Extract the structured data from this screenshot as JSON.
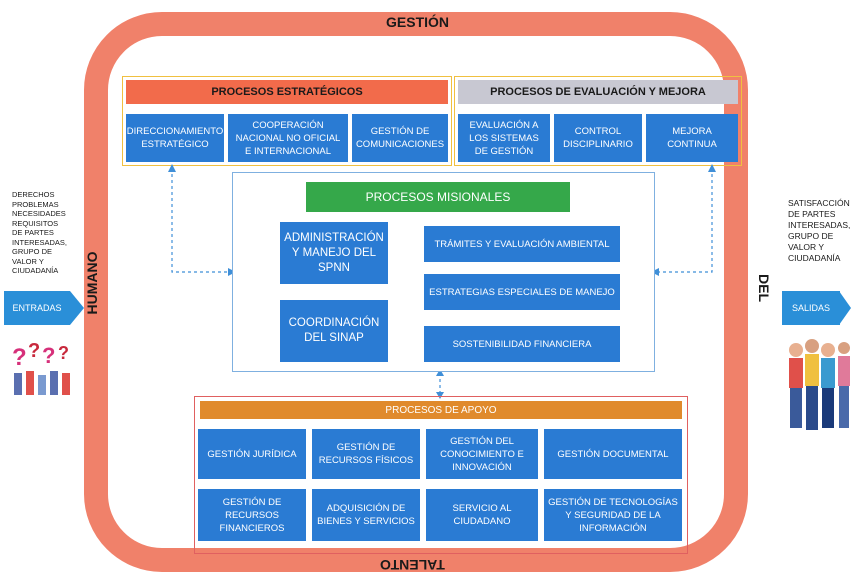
{
  "ring": {
    "top_label": "GESTIÓN",
    "left_label": "HUMANO",
    "right_label": "DEL",
    "bottom_label": "TALENTO"
  },
  "estrategicos": {
    "title": "PROCESOS ESTRATÉGICOS",
    "items": [
      "DIRECCIONAMIENTO ESTRATÉGICO",
      "COOPERACIÓN NACIONAL NO OFICIAL E INTERNACIONAL",
      "GESTIÓN DE COMUNICACIONES"
    ]
  },
  "evaluacion": {
    "title": "PROCESOS DE EVALUACIÓN Y MEJORA",
    "items": [
      "EVALUACIÓN A LOS SISTEMAS DE GESTIÓN",
      "CONTROL DISCIPLINARIO",
      "MEJORA CONTINUA"
    ]
  },
  "misionales": {
    "title": "PROCESOS MISIONALES",
    "left": [
      "ADMINISTRACIÓN Y MANEJO DEL SPNN",
      "COORDINACIÓN DEL SINAP"
    ],
    "right": [
      "TRÁMITES Y EVALUACIÓN AMBIENTAL",
      "ESTRATEGIAS ESPECIALES DE MANEJO",
      "SOSTENIBILIDAD FINANCIERA"
    ]
  },
  "apoyo": {
    "title": "PROCESOS DE APOYO",
    "items": [
      "GESTIÓN JURÍDICA",
      "GESTIÓN DE RECURSOS FÍSICOS",
      "GESTIÓN DEL CONOCIMIENTO E INNOVACIÓN",
      "GESTIÓN DOCUMENTAL",
      "GESTIÓN DE RECURSOS FINANCIEROS",
      "ADQUISICIÓN DE BIENES Y SERVICIOS",
      "SERVICIO AL CIUDADANO",
      "GESTIÓN DE TECNOLOGÍAS Y SEGURIDAD DE LA INFORMACIÓN"
    ]
  },
  "entradas": {
    "text": "DERECHOS PROBLEMAS NECESIDADES REQUISITOS DE PARTES INTERESADAS, GRUPO DE VALOR Y CIUDADANÍA",
    "label": "ENTRADAS"
  },
  "salidas": {
    "text": "SATISFACCIÓN DE PARTES INTERESADAS, GRUPO DE VALOR Y CIUDADANÍA",
    "label": "SALIDAS"
  },
  "colors": {
    "ring": "#f0816a",
    "blue": "#2a7bd3",
    "estrategicos_bar": "#f26b4b",
    "evaluacion_bar": "#c8c8d2",
    "misionales_bar": "#35a84a",
    "apoyo_bar": "#e08a2c"
  }
}
